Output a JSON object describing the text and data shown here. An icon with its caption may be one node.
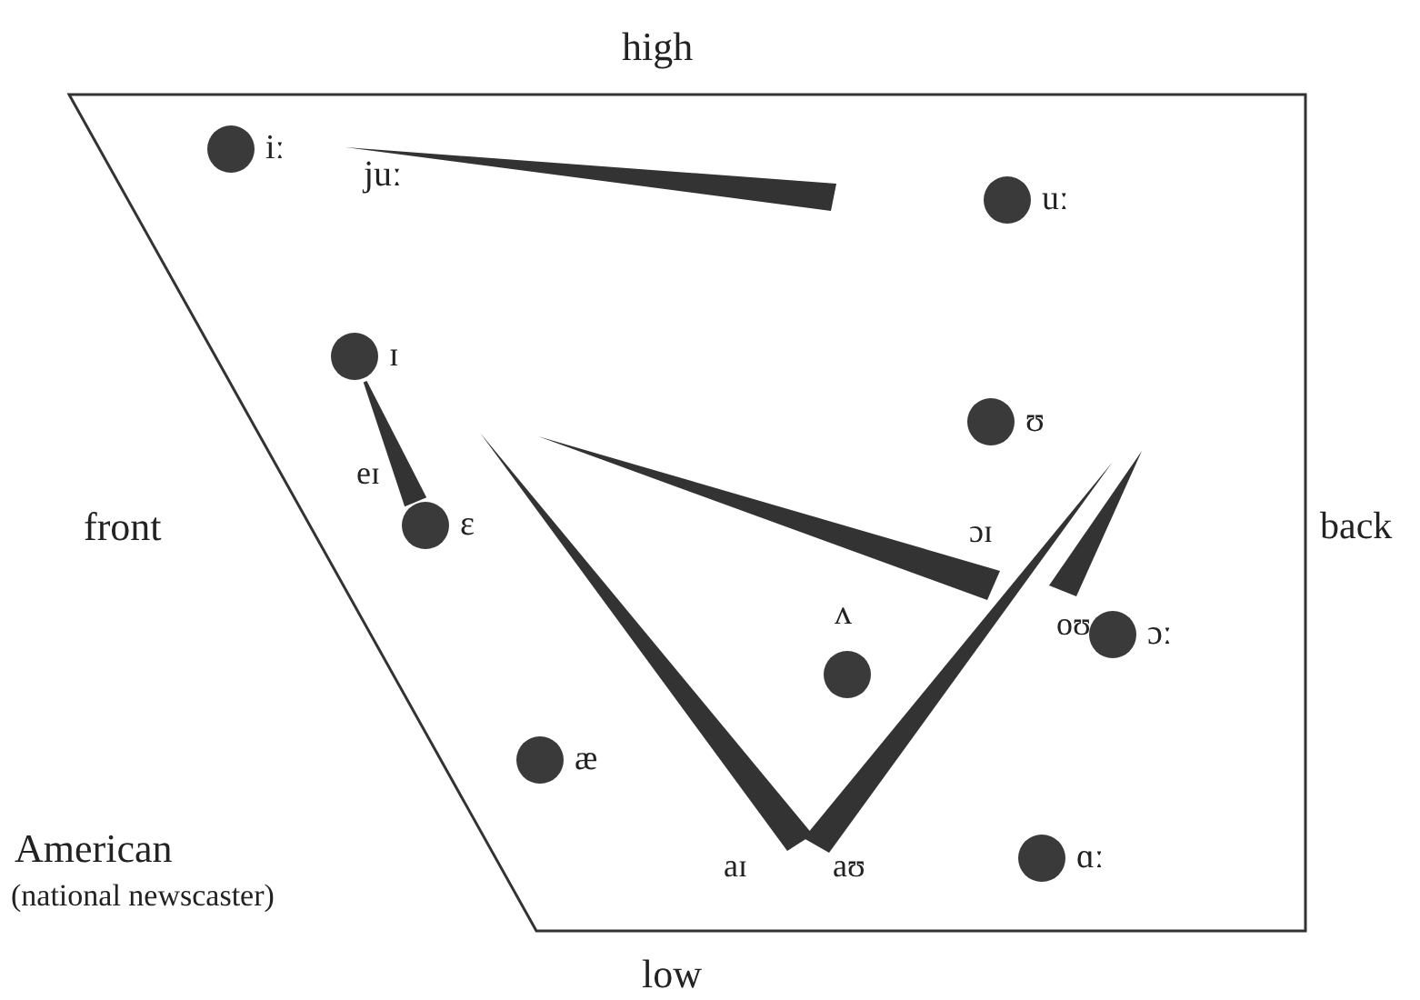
{
  "diagram": {
    "nodes": [
      {
        "text": [
          "iː"
        ]
      },
      {
        "text": [
          "uː"
        ]
      },
      {
        "text": [
          "ɪ"
        ]
      },
      {
        "text": [
          "ʊ"
        ]
      },
      {
        "text": [
          "ɛ"
        ]
      },
      {
        "text": [
          "ʌ"
        ]
      },
      {
        "text": [
          "ɔː"
        ]
      },
      {
        "text": [
          "æ"
        ]
      },
      {
        "text": [
          "ɑː"
        ]
      }
    ],
    "edges": [
      {
        "from": 2,
        "to": 4,
        "arrow": "none",
        "label": "eɪ",
        "style": "thick"
      }
    ],
    "labels": [
      "high",
      "juː",
      "front",
      "back",
      "ɔɪ",
      "oʊ",
      "American",
      "(national newscaster)",
      "aɪ",
      "aʊ",
      "low"
    ]
  }
}
